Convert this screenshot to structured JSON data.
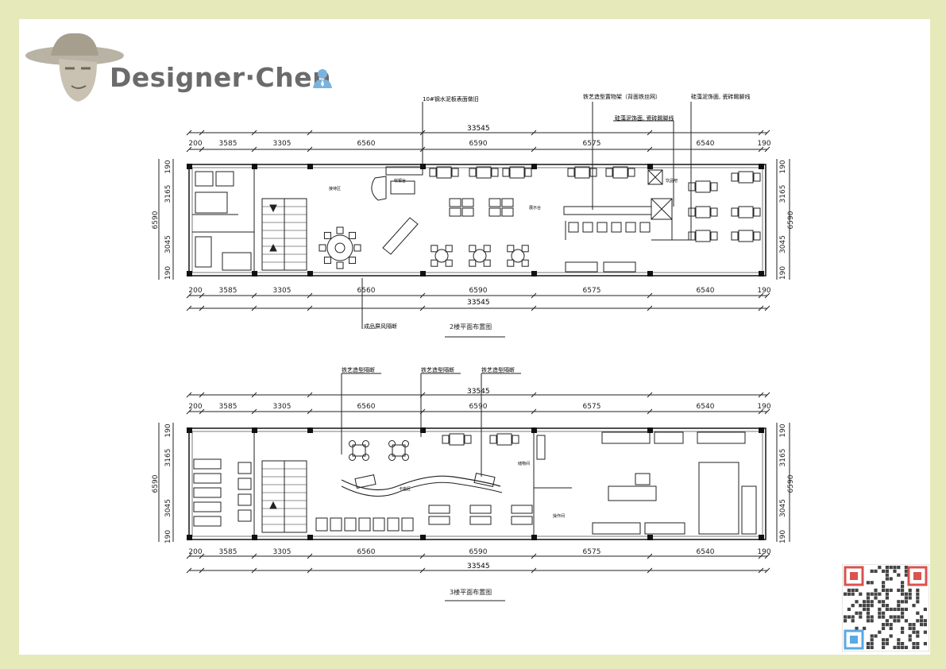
{
  "brand": {
    "name": "Designer·Chen"
  },
  "plans": [
    {
      "title": "2楼平面布置图",
      "overall": "33545",
      "top_dims": [
        "200",
        "3585",
        "3305",
        "6560",
        "6590",
        "6575",
        "6540",
        "190"
      ],
      "bottom_dims": [
        "200",
        "3585",
        "3305",
        "6560",
        "6590",
        "6575",
        "6540",
        "190"
      ],
      "left_dims": [
        "190",
        "3165",
        "3045",
        "190"
      ],
      "left_total": "6590",
      "right_dims": [
        "190",
        "3165",
        "3045",
        "190"
      ],
      "right_total": "6590",
      "callouts": [
        "10#钢水泥板表面做旧",
        "铁艺造型置物架（背面铁丝网）",
        "硅藻泥饰面, 瓷砖踢脚线",
        "硅藻泥饰面, 瓷砖踢脚线",
        "成品屏风隔断"
      ],
      "room_labels": [
        "接待区",
        "收银台",
        "展示台",
        "饮品吧"
      ]
    },
    {
      "title": "3楼平面布置图",
      "overall": "33545",
      "top_dims": [
        "200",
        "3585",
        "3305",
        "6560",
        "6590",
        "6575",
        "6540",
        "190"
      ],
      "bottom_dims": [
        "200",
        "3585",
        "3305",
        "6560",
        "6590",
        "6575",
        "6540",
        "190"
      ],
      "left_dims": [
        "190",
        "3165",
        "3045",
        "190"
      ],
      "left_total": "6590",
      "right_dims": [
        "190",
        "3165",
        "3045",
        "190"
      ],
      "right_total": "6590",
      "callouts": [
        "铁艺造型隔断",
        "铁艺造型隔断",
        "铁艺造型隔断"
      ],
      "room_labels": [
        "储物间",
        "操作间",
        "卡座区"
      ]
    }
  ],
  "colors": {
    "background": "#e6e9b9",
    "sheet": "#ffffff",
    "line": "#222222",
    "brand": "#6b6b6b",
    "icon": "#7ab3de"
  },
  "icons": [
    "portrait-icon",
    "user-icon",
    "qr-code-icon"
  ]
}
